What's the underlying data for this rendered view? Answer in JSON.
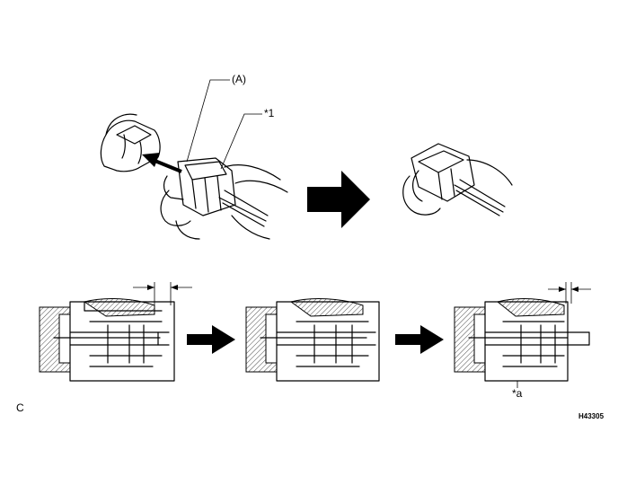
{
  "labels": {
    "part_a": "(A)",
    "ref_1": "*1",
    "ref_a": "*a",
    "corner_code": "C",
    "figure_id": "H43305"
  }
}
